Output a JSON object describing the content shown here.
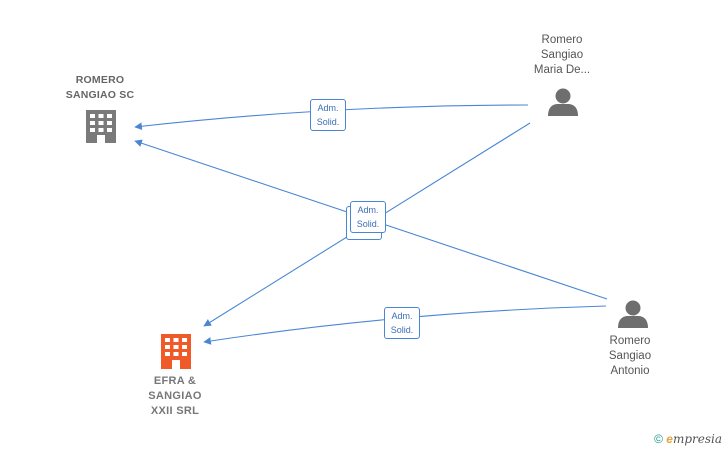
{
  "nodes": {
    "romero_sc": {
      "label": "ROMERO\nSANGIAO SC",
      "type": "company"
    },
    "efra": {
      "label": "EFRA &\nSANGIAO\nXXII SRL",
      "type": "company-focus"
    },
    "maria": {
      "label": "Romero\nSangiao\nMaria De...",
      "type": "person"
    },
    "antonio": {
      "label": "Romero\nSangiao\nAntonio",
      "type": "person"
    }
  },
  "edges": {
    "e1": {
      "label": "Adm.\nSolid."
    },
    "e2": {
      "label": "Adm.\nSolid."
    },
    "e3": {
      "label": "Adm.\nSolid."
    },
    "e4": {
      "label": "Adm.\nSolid."
    }
  },
  "brand": {
    "copyright": "©",
    "name_initial": "e",
    "name_rest": "mpresia"
  },
  "colors": {
    "edge": "#4a86d4",
    "company": "#7a7a7a",
    "focus": "#f05a28",
    "person": "#6e6e6e"
  }
}
